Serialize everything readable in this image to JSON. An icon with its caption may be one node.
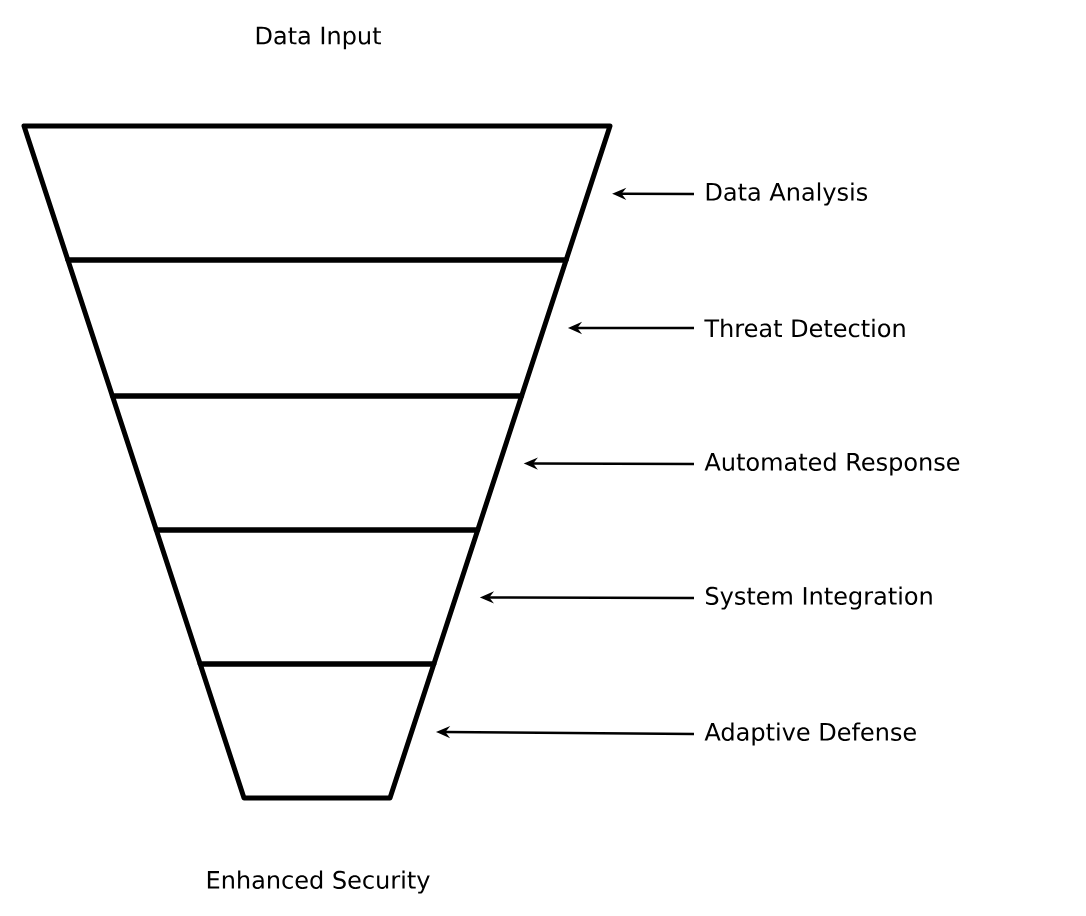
{
  "diagram": {
    "nodes": [
      {
        "text": [],
        "shape": "trapezoid"
      },
      {
        "text": [],
        "shape": "trapezoid"
      },
      {
        "text": [],
        "shape": "trapezoid"
      },
      {
        "text": [],
        "shape": "trapezoid"
      },
      {
        "text": [],
        "shape": "trapezoid"
      },
      {
        "text": [
          "Data Analysis"
        ]
      },
      {
        "text": [
          "Threat Detection"
        ]
      },
      {
        "text": [
          "Automated Response"
        ]
      },
      {
        "text": [
          "System Integration"
        ]
      },
      {
        "text": [
          "Adaptive Defense"
        ]
      }
    ],
    "edges": [
      {
        "from": 5,
        "to": 0,
        "arrow": "to"
      },
      {
        "from": 6,
        "to": 1,
        "arrow": "to"
      },
      {
        "from": 7,
        "to": 2,
        "arrow": "to"
      },
      {
        "from": 8,
        "to": 3,
        "arrow": "to"
      },
      {
        "from": 9,
        "to": 4,
        "arrow": "to"
      }
    ],
    "labels": [
      "Data Input",
      "Enhanced Security"
    ]
  }
}
